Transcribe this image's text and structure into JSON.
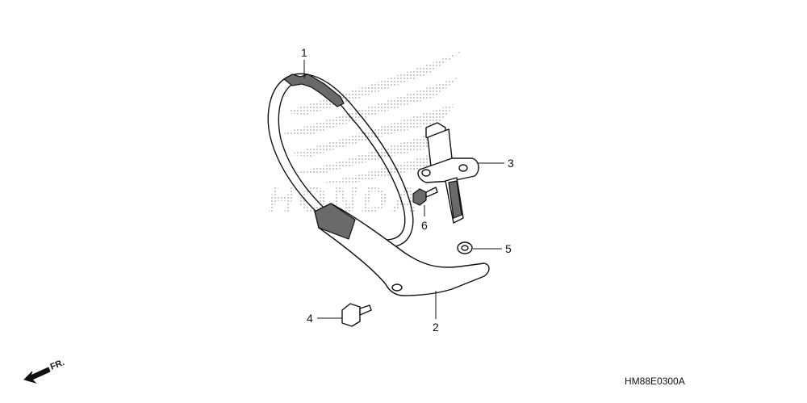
{
  "diagram": {
    "drawing_code": "HM88E0300A",
    "direction_label": "FR.",
    "watermark": "HONDA",
    "callouts": [
      {
        "id": "1",
        "label": "1"
      },
      {
        "id": "2",
        "label": "2"
      },
      {
        "id": "3",
        "label": "3"
      },
      {
        "id": "4",
        "label": "4"
      },
      {
        "id": "5",
        "label": "5"
      },
      {
        "id": "6",
        "label": "6"
      }
    ]
  }
}
